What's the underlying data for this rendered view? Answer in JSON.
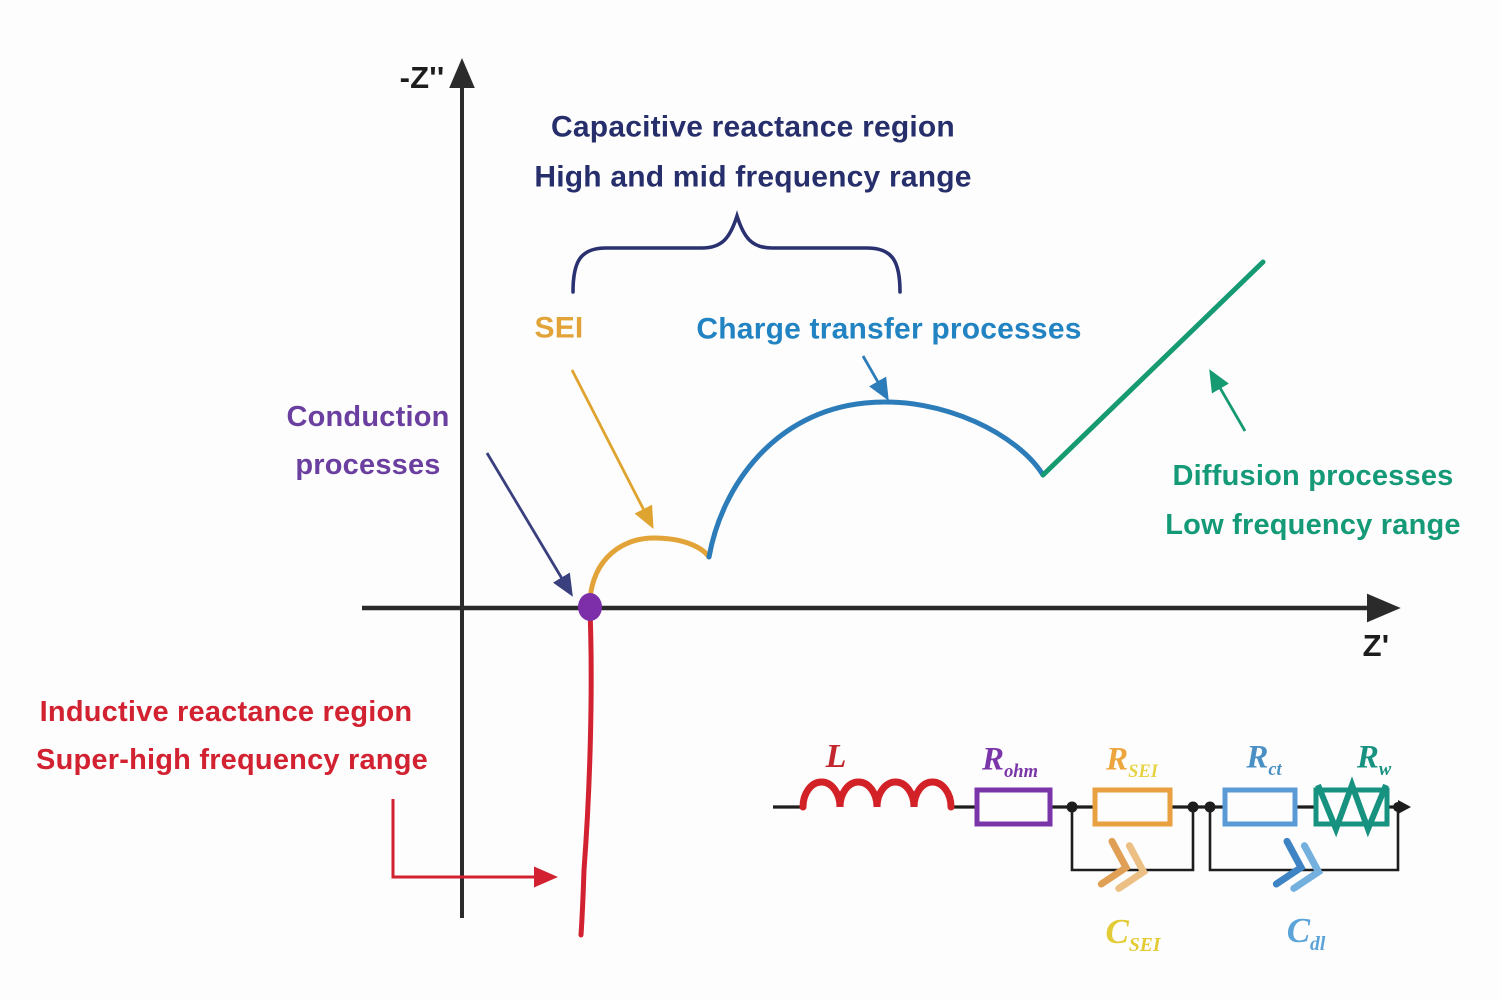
{
  "figure": {
    "type": "nyquist-eis-schematic",
    "axes": {
      "y_label": "-Z''",
      "x_label": "Z'"
    },
    "annotations": {
      "capacitive_region": {
        "line1": "Capacitive reactance region",
        "line2": "High and mid frequency range"
      },
      "sei_label": "SEI",
      "charge_transfer_label": "Charge transfer processes",
      "conduction": {
        "line1": "Conduction",
        "line2": "processes"
      },
      "diffusion": {
        "line1": "Diffusion processes",
        "line2": "Low frequency range"
      },
      "inductive_region": {
        "line1": "Inductive reactance region",
        "line2": "Super-high frequency range"
      }
    },
    "curves": [
      {
        "name": "sei-semicircle",
        "color": "#e2a438"
      },
      {
        "name": "charge-transfer-semicircle",
        "color": "#2b7cb8"
      },
      {
        "name": "diffusion-line",
        "color": "#159a72"
      },
      {
        "name": "inductive-tail",
        "color": "#d22130"
      },
      {
        "name": "origin-intercept-dot",
        "color": "#7c2fa8"
      }
    ],
    "circuit": {
      "inductor": {
        "label": "L"
      },
      "r_ohm": {
        "main": "R",
        "sub": "ohm"
      },
      "r_sei": {
        "main": "R",
        "sub": "SEI"
      },
      "r_ct": {
        "main": "R",
        "sub": "ct"
      },
      "r_w": {
        "main": "R",
        "sub": "w"
      },
      "c_sei": {
        "main": "C",
        "sub": "SEI"
      },
      "c_dl": {
        "main": "C",
        "sub": "dl"
      }
    },
    "colors": {
      "navy_text": "#262e6b",
      "gold": "#e2a438",
      "charge_transfer_blue": "#2283c2",
      "conduction_purple": "#6b3fa0",
      "diffusion_teal": "#149a77",
      "inductive_red": "#d22130",
      "dot_purple": "#7c2fa8",
      "axis_black": "#2b2b2b",
      "coil_red": "#d32227",
      "r_ohm_purple": "#7a35a8",
      "r_sei_orange": "#e8a040",
      "r_ct_blue": "#5b9bd5",
      "r_w_teal": "#189280",
      "c_sei_yellow": "#e2cb35",
      "c_dl_blue": "#5ba3d9"
    }
  }
}
